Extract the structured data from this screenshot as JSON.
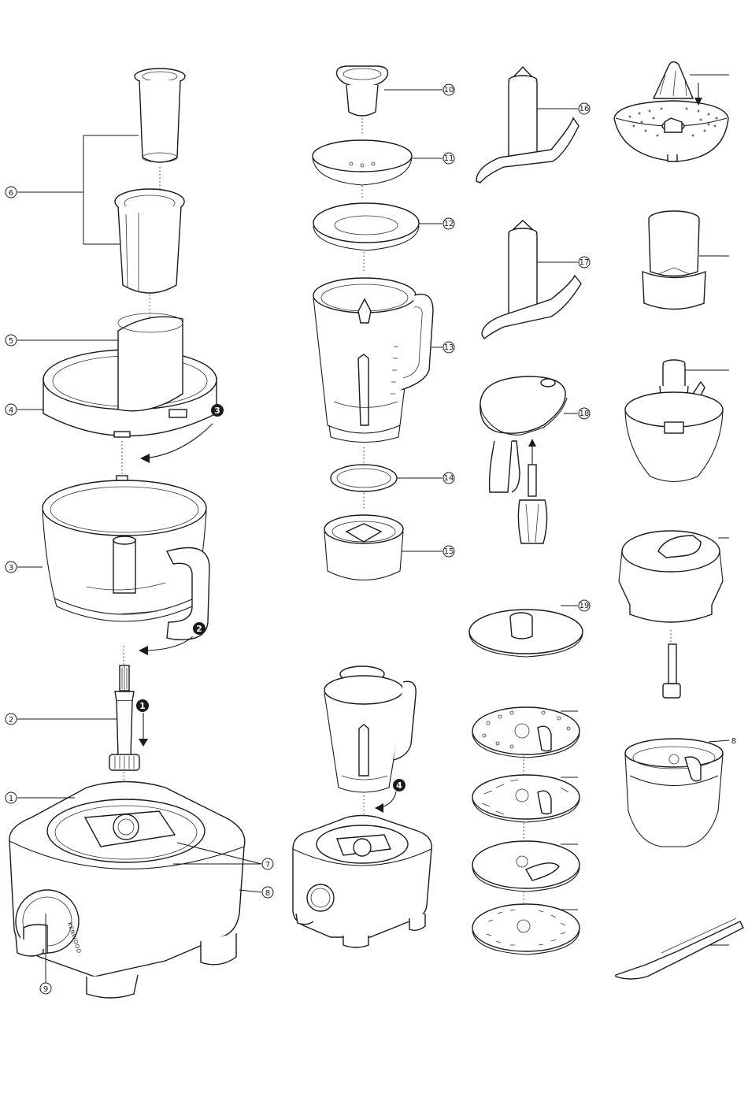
{
  "labels": {
    "l1": "1",
    "l2": "2",
    "l3": "3",
    "l4": "4",
    "l5": "5",
    "l6": "6",
    "l7": "7",
    "l8": "8",
    "l9": "9",
    "l10": "10",
    "l11": "11",
    "l12": "12",
    "l13": "13",
    "l14": "14",
    "l15": "15",
    "l16": "16",
    "l17": "17",
    "l18": "18",
    "l19": "19"
  },
  "steps": {
    "s1": "1",
    "s2": "2",
    "s3": "3",
    "s4": "4"
  },
  "extra_label": "8",
  "brand_text": "KENWOOD"
}
